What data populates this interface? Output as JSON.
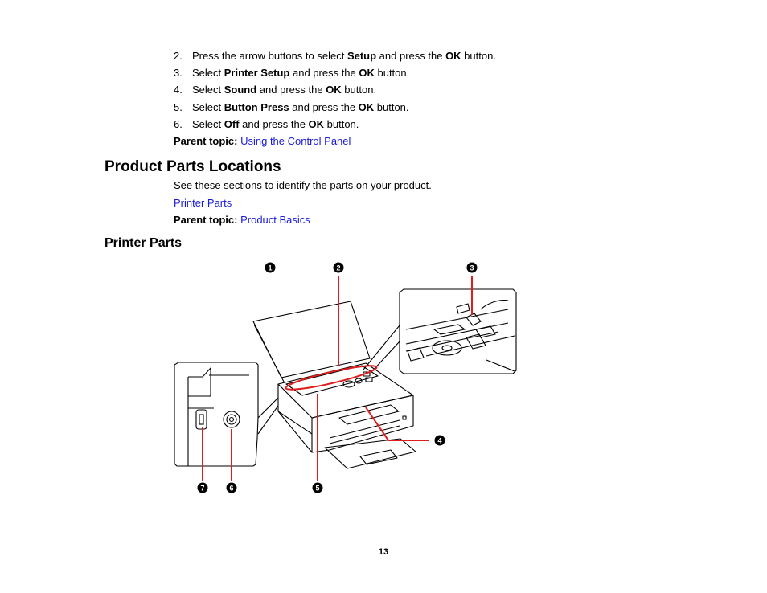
{
  "steps": [
    {
      "num": "2.",
      "pre": "Press the arrow buttons to select ",
      "b1": "Setup",
      "mid": " and press the ",
      "b2": "OK",
      "post": " button."
    },
    {
      "num": "3.",
      "pre": "Select ",
      "b1": "Printer Setup",
      "mid": " and press the ",
      "b2": "OK",
      "post": " button."
    },
    {
      "num": "4.",
      "pre": "Select ",
      "b1": "Sound",
      "mid": " and press the ",
      "b2": "OK",
      "post": " button."
    },
    {
      "num": "5.",
      "pre": "Select ",
      "b1": "Button Press",
      "mid": " and press the ",
      "b2": "OK",
      "post": " button."
    },
    {
      "num": "6.",
      "pre": "Select ",
      "b1": "Off",
      "mid": " and press the ",
      "b2": "OK",
      "post": " button."
    }
  ],
  "parent_topic_1": {
    "label": "Parent topic:",
    "link": "Using the Control Panel"
  },
  "section": {
    "title": "Product Parts Locations",
    "intro": "See these sections to identify the parts on your product.",
    "link": "Printer Parts",
    "parent_label": "Parent topic:",
    "parent_link": "Product Basics"
  },
  "subsection": {
    "title": "Printer Parts"
  },
  "figure": {
    "callouts": [
      "1",
      "2",
      "3",
      "4",
      "5",
      "6",
      "7"
    ],
    "colors": {
      "leader": "#e01b1b",
      "outline": "#000000"
    }
  },
  "page_number": "13"
}
